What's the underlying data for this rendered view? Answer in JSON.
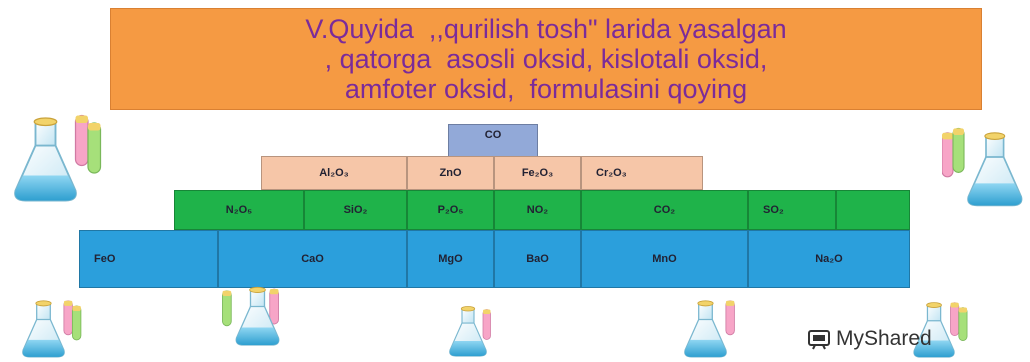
{
  "title": {
    "lines": [
      "V.Quyida  ,,qurilish tosh\" larida yasalgan",
      ", qatorga  asosli oksid, kislotali oksid,",
      "amfoter oksid,  formulasini qoying"
    ]
  },
  "table": {
    "row0": [
      "CO"
    ],
    "row1": [
      "Al₂O₃",
      "ZnO",
      "Fe₂O₃",
      "Cr₂O₃"
    ],
    "row2": [
      "N₂O₅",
      "SiO₂",
      "P₂O₅",
      "NO₂",
      "CO₂",
      "SO₂",
      ""
    ],
    "row3": [
      "FeO",
      "CaO",
      "MgO",
      "BaO",
      "MnO",
      "Na₂O"
    ]
  },
  "watermark": {
    "text": "MyShared"
  },
  "icons": [
    "flask-icon",
    "myshared-logo-icon"
  ],
  "colors": {
    "title_bg": "#f59a43",
    "title_text": "#7b2b9a",
    "row0": "#92a9d8",
    "row1": "#f6c6a8",
    "row2": "#1fb34a",
    "row3": "#2b9fdc"
  }
}
